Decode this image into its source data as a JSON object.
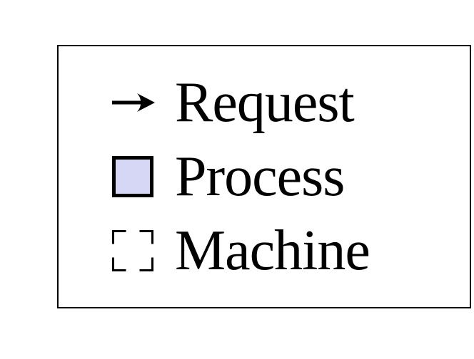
{
  "legend": {
    "items": [
      {
        "label": "Request",
        "marker": "arrow-icon"
      },
      {
        "label": "Process",
        "marker": "filled-square-icon"
      },
      {
        "label": "Machine",
        "marker": "dashed-square-icon"
      }
    ],
    "colors": {
      "frame_border": "#000000",
      "process_fill": "#d6d6f5",
      "line_color": "#000000",
      "background": "#ffffff"
    }
  }
}
